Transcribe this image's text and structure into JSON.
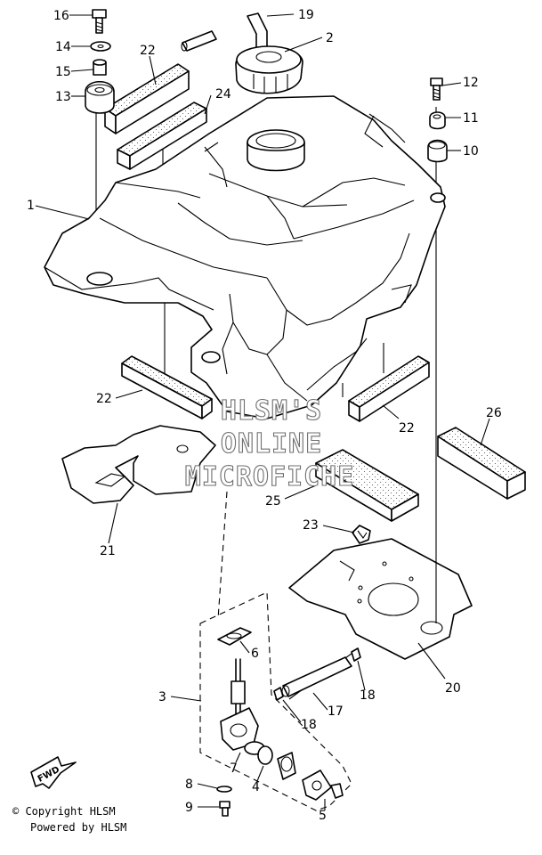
{
  "watermark": {
    "line1": "HLSM'S",
    "line2": "ONLINE",
    "line3": "MICROFICHE"
  },
  "fwd_badge": "FWD",
  "footer": {
    "copyright": "© Copyright HLSM",
    "powered": "Powered by HLSM"
  },
  "callouts": {
    "c1": "1",
    "c2": "2",
    "c3": "3",
    "c4": "4",
    "c5": "5",
    "c6": "6",
    "c7": "7",
    "c8": "8",
    "c9": "9",
    "c10": "10",
    "c11": "11",
    "c12": "12",
    "c13": "13",
    "c14": "14",
    "c15": "15",
    "c16": "16",
    "c17": "17",
    "c18a": "18",
    "c18b": "18",
    "c19": "19",
    "c20": "20",
    "c21": "21",
    "c22a": "22",
    "c22b": "22",
    "c22c": "22",
    "c23": "23",
    "c24": "24",
    "c25": "25",
    "c26": "26"
  }
}
